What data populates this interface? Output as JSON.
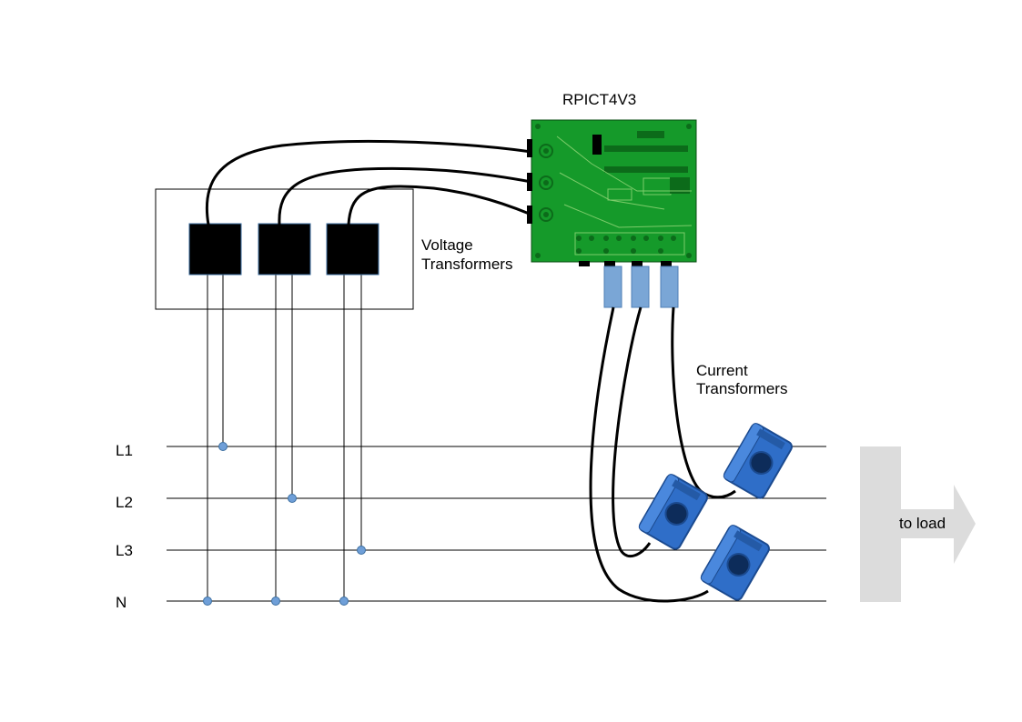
{
  "board": {
    "title": "RPICT4V3"
  },
  "voltage_transformers": {
    "label_line1": "Voltage",
    "label_line2": "Transformers"
  },
  "current_transformers": {
    "label_line1": "Current",
    "label_line2": "Transformers"
  },
  "lines": {
    "l1": "L1",
    "l2": "L2",
    "l3": "L3",
    "n": "N"
  },
  "load": {
    "label": "to load"
  },
  "colors": {
    "pcb": "#159a2a",
    "pcb_dark": "#0c6b1a",
    "pcb_trace": "#7ccc6a",
    "ct_blue": "#2f6ec8",
    "connector_blue": "#7aa6d6",
    "node_blue": "#6f9fd8",
    "arrow_gray": "#dcdcdc"
  }
}
